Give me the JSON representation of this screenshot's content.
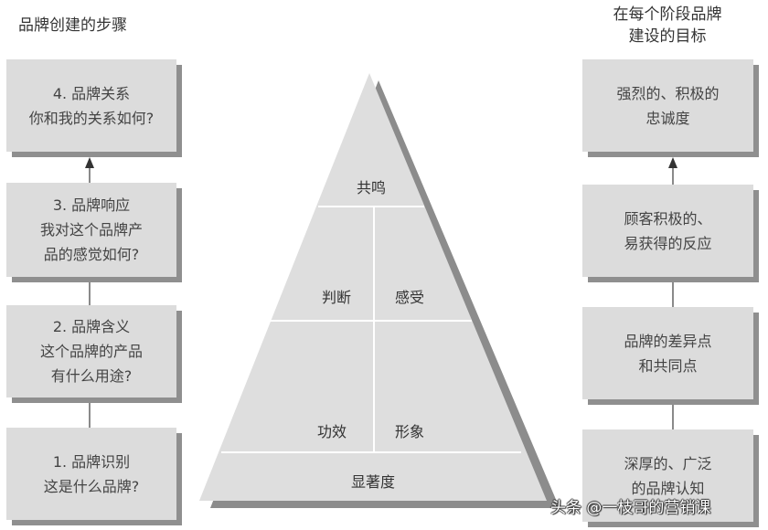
{
  "left_column": {
    "title": "品牌创建的步骤",
    "steps": [
      {
        "line1": "4. 品牌关系",
        "line2": "你和我的关系如何?",
        "line3": ""
      },
      {
        "line1": "3. 品牌响应",
        "line2": "我对这个品牌产",
        "line3": "品的感觉如何?"
      },
      {
        "line1": "2. 品牌含义",
        "line2": "这个品牌的产品",
        "line3": "有什么用途?"
      },
      {
        "line1": "1. 品牌识别",
        "line2": "这是什么品牌?",
        "line3": ""
      }
    ]
  },
  "pyramid": {
    "top": "共鸣",
    "level3_left": "判断",
    "level3_right": "感受",
    "level2_left": "功效",
    "level2_right": "形象",
    "base": "显著度"
  },
  "right_column": {
    "title_line1": "在每个阶段品牌",
    "title_line2": "建设的目标",
    "goals": [
      {
        "line1": "强烈的、积极的",
        "line2": "忠诚度"
      },
      {
        "line1": "顾客积极的、",
        "line2": "易获得的反应"
      },
      {
        "line1": "品牌的差异点",
        "line2": "和共同点"
      },
      {
        "line1": "深厚的、广泛",
        "line2": "的品牌认知"
      }
    ]
  },
  "watermark": "头条 @一枝哥的营销课",
  "colors": {
    "box_fill": "#dcdcdc",
    "box_shadow": "#8f8f8f",
    "pyramid_fill": "#dedede",
    "pyramid_shadow": "#8c8c8c",
    "divider": "#ffffff"
  }
}
